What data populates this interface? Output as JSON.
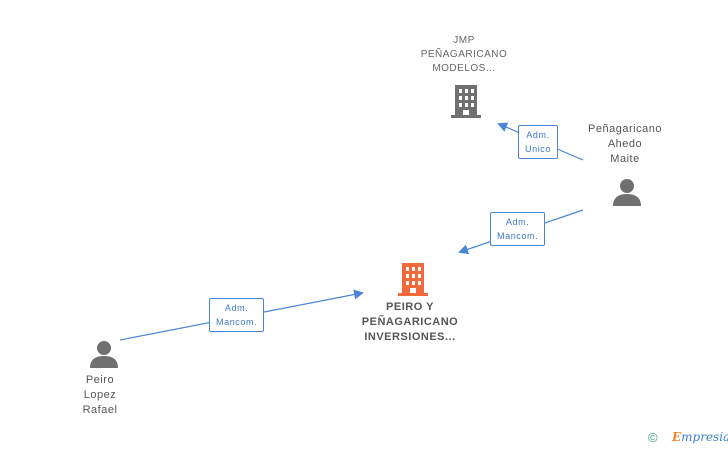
{
  "nodes": {
    "main_company": {
      "lines": [
        "PEIRO Y",
        "PEÑAGARICANO",
        "INVERSIONES..."
      ],
      "color": "#f06a3c"
    },
    "jmp_company": {
      "lines": [
        "JMP",
        "PEÑAGARICANO",
        "MODELOS..."
      ],
      "color": "#707070"
    },
    "person_maite": {
      "lines": [
        "Peñagaricano",
        "Ahedo",
        "Maite"
      ],
      "color": "#707070"
    },
    "person_rafael": {
      "lines": [
        "Peiro",
        "Lopez",
        "Rafael"
      ],
      "color": "#707070"
    }
  },
  "edges": {
    "rafael_to_main": {
      "lines": [
        "Adm.",
        "Mancom."
      ]
    },
    "maite_to_main": {
      "lines": [
        "Adm.",
        "Mancom."
      ]
    },
    "maite_to_jmp": {
      "lines": [
        "Adm.",
        "Unico"
      ]
    }
  },
  "colors": {
    "edge": "#4a86d8"
  },
  "footer": {
    "copyright": "©",
    "brand_first": "E",
    "brand_rest": "mpresia"
  }
}
